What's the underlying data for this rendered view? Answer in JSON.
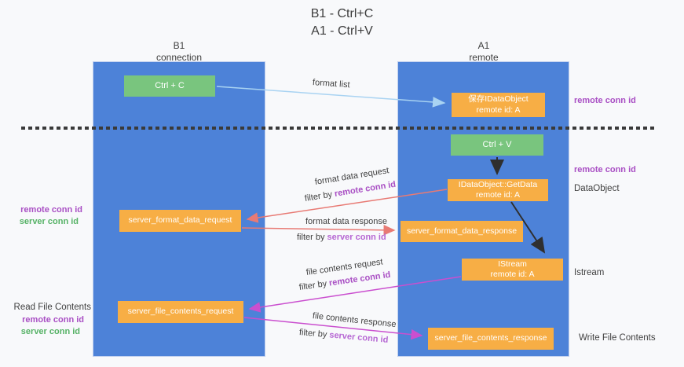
{
  "title": {
    "line1": "B1 - Ctrl+C",
    "line2": "A1 - Ctrl+V"
  },
  "lanes": {
    "left": {
      "header_line1": "B1",
      "header_line2": "connection"
    },
    "right": {
      "header_line1": "A1",
      "header_line2": "remote"
    }
  },
  "boxes": {
    "ctrl_c": "Ctrl + C",
    "save_dataobject_line1": "保存IDataObject",
    "save_dataobject_line2": "remote id: A",
    "ctrl_v": "Ctrl + V",
    "getdata_line1": "IDataObject::GetData",
    "getdata_line2": "remote id: A",
    "server_format_data_request": "server_format_data_request",
    "server_format_data_response": "server_format_data_response",
    "istream_line1": "IStream",
    "istream_line2": "remote id: A",
    "server_file_contents_request": "server_file_contents_request",
    "server_file_contents_response": "server_file_contents_response"
  },
  "arrow_labels": {
    "format_list": "format list",
    "format_data_request": "format data request",
    "filter1_prefix": "filter by ",
    "filter1_key": "remote conn id",
    "format_data_response": "format data response",
    "filter2_prefix": "filter by ",
    "filter2_key": "server conn id",
    "file_contents_request": "file contents request",
    "filter3_prefix": "filter by ",
    "filter3_key": "remote conn id",
    "file_contents_response": "file contents response",
    "filter4_prefix": "filter by ",
    "filter4_key": "server conn id"
  },
  "side_labels": {
    "right_remote_conn_id_top": "remote conn id",
    "right_remote_conn_id_mid": "remote conn id",
    "dataobject": "DataObject",
    "istream": "Istream",
    "write_file_contents": "Write File Contents",
    "left_remote_conn_id_top": "remote conn id",
    "left_server_conn_id_top": "server conn id",
    "read_file_contents": "Read File Contents",
    "left_remote_conn_id_bottom": "remote conn id",
    "left_server_conn_id_bottom": "server conn id"
  },
  "colors": {
    "lane_blue": "#4d82d8",
    "green_box": "#79c57e",
    "orange_box": "#f7ae45",
    "purple_text": "#a94fc4",
    "light_purple_text": "#b667d3",
    "green_text": "#56b266",
    "salmon_arrow": "#e87a74",
    "magenta_arrow": "#ca4fcf",
    "light_blue_arrow": "#a9d3f2",
    "black_arrow": "#2f2f2f"
  }
}
